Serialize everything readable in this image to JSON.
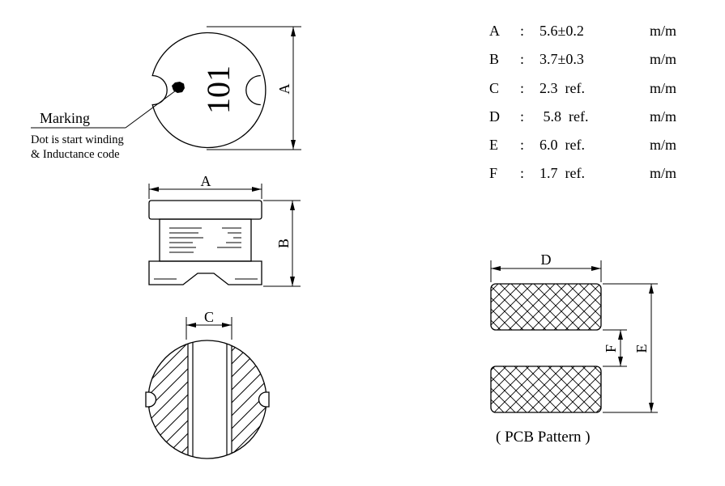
{
  "top_view": {
    "marking_code": "101",
    "marking_label": "Marking",
    "note_line1": "Dot is start winding",
    "note_line2": "& Inductance code",
    "dim_label": "A"
  },
  "side_view": {
    "width_label": "A",
    "height_label": "B"
  },
  "bottom_view": {
    "dim_label": "C"
  },
  "pcb_pattern": {
    "dim_d": "D",
    "dim_e": "E",
    "dim_f": "F",
    "caption": "( PCB Pattern )"
  },
  "dimensions": [
    {
      "letter": "A",
      "colon": ":",
      "value": "5.6±0.2",
      "unit": "m/m"
    },
    {
      "letter": "B",
      "colon": ":",
      "value": "3.7±0.3",
      "unit": "m/m"
    },
    {
      "letter": "C",
      "colon": ":",
      "value": "2.3  ref.",
      "unit": "m/m"
    },
    {
      "letter": "D",
      "colon": ":",
      "value": " 5.8  ref.",
      "unit": "m/m"
    },
    {
      "letter": "E",
      "colon": ":",
      "value": "6.0  ref.",
      "unit": "m/m"
    },
    {
      "letter": "F",
      "colon": ":",
      "value": "1.7  ref.",
      "unit": "m/m"
    }
  ]
}
